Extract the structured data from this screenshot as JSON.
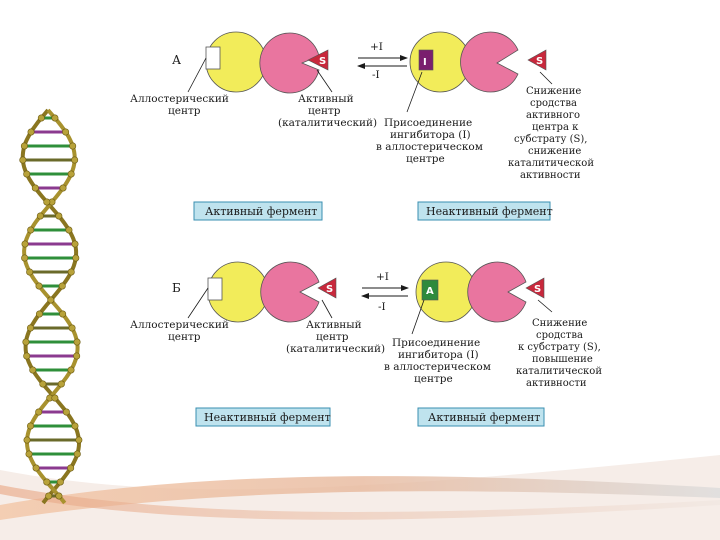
{
  "panel_a": {
    "section_label": "А",
    "allosteric_label": [
      "Аллостерический",
      "центр"
    ],
    "active_label": [
      "Активный",
      "центр",
      "(каталитический)"
    ],
    "arrow_forward": "+I",
    "arrow_back": "-I",
    "joining_label": [
      "Присоединение",
      "ингибитора (I)",
      "в аллостерическом",
      "центре"
    ],
    "effect_label": [
      "Снижение",
      "сродства",
      "активного",
      "центра к",
      "субстрату (S),",
      "снижение",
      "каталитической",
      "активности"
    ],
    "substrate": "S",
    "modifier": "I",
    "left_box": "Активный фермент",
    "right_box": "Неактивный фермент"
  },
  "panel_b": {
    "section_label": "Б",
    "allosteric_label": [
      "Аллостерический",
      "центр"
    ],
    "active_label": [
      "Активный",
      "центр",
      "(каталитический)"
    ],
    "arrow_forward": "+I",
    "arrow_back": "-I",
    "joining_label": [
      "Присоединение",
      "ингибитора (I)",
      "в аллостерическом",
      "центре"
    ],
    "effect_label": [
      "Снижение",
      "сродства",
      "к субстрату (S),",
      "повышение",
      "каталитической",
      "активности"
    ],
    "substrate": "S",
    "modifier": "A",
    "left_box": "Неактивный фермент",
    "right_box": "Активный фермент"
  },
  "colors": {
    "allosteric_subunit": "#f2ec5a",
    "catalytic_subunit": "#e9759f",
    "substrate": "#c8283c",
    "inhibitor": "#7a1f6e",
    "activator": "#2e8a3c",
    "box_fill": "#bfe3ee",
    "box_stroke": "#3a8fb0"
  }
}
